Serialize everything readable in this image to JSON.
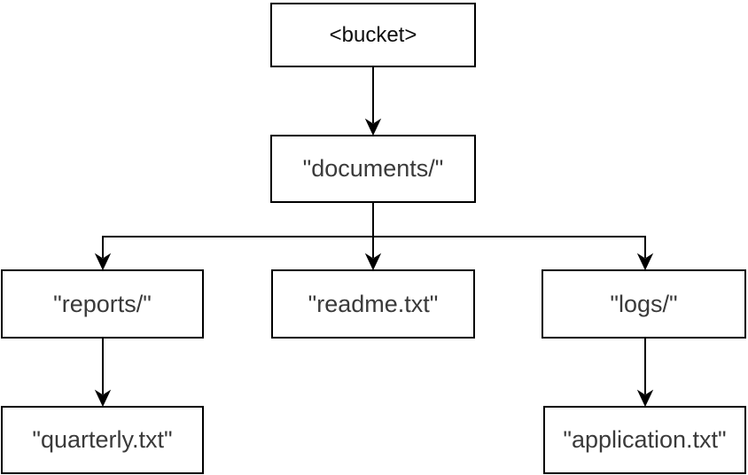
{
  "diagram": {
    "type": "tree",
    "nodes": {
      "bucket": {
        "label": "<bucket>"
      },
      "documents": {
        "label": "\"documents/\""
      },
      "reports": {
        "label": "\"reports/\""
      },
      "readme": {
        "label": "\"readme.txt\""
      },
      "logs": {
        "label": "\"logs/\""
      },
      "quarterly": {
        "label": "\"quarterly.txt\""
      },
      "application": {
        "label": "\"application.txt\""
      }
    },
    "edges": [
      {
        "from": "bucket",
        "to": "documents"
      },
      {
        "from": "documents",
        "to": "reports"
      },
      {
        "from": "documents",
        "to": "readme"
      },
      {
        "from": "documents",
        "to": "logs"
      },
      {
        "from": "reports",
        "to": "quarterly"
      },
      {
        "from": "logs",
        "to": "application"
      }
    ],
    "colors": {
      "background": "#ffffff",
      "box_fill": "#ffffff",
      "box_border": "#000000",
      "text": "#3a3a3a",
      "bucket_text": "#0d0d0d",
      "line": "#000000"
    }
  }
}
